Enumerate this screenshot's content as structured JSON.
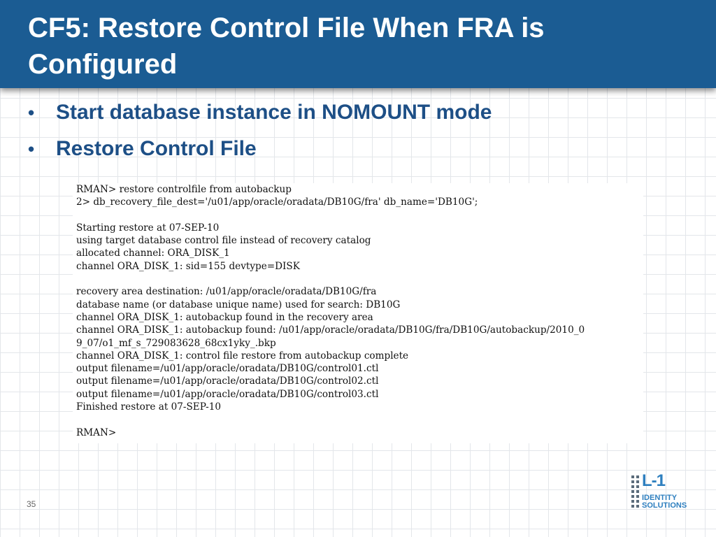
{
  "slide": {
    "title": "CF5: Restore Control File When FRA is Configured",
    "page_number": "35"
  },
  "bullets": [
    "Start database instance in NOMOUNT mode",
    "Restore Control File"
  ],
  "terminal": {
    "lines": [
      "RMAN> restore controlfile from autobackup",
      "2> db_recovery_file_dest='/u01/app/oracle/oradata/DB10G/fra' db_name='DB10G';",
      "",
      "Starting restore at 07-SEP-10",
      "using target database control file instead of recovery catalog",
      "allocated channel: ORA_DISK_1",
      "channel ORA_DISK_1: sid=155 devtype=DISK",
      "",
      "recovery area destination: /u01/app/oracle/oradata/DB10G/fra",
      "database name (or database unique name) used for search: DB10G",
      "channel ORA_DISK_1: autobackup found in the recovery area",
      "channel ORA_DISK_1: autobackup found: /u01/app/oracle/oradata/DB10G/fra/DB10G/autobackup/2010_0",
      "9_07/o1_mf_s_729083628_68cx1yky_.bkp",
      "channel ORA_DISK_1: control file restore from autobackup complete",
      "output filename=/u01/app/oracle/oradata/DB10G/control01.ctl",
      "output filename=/u01/app/oracle/oradata/DB10G/control02.ctl",
      "output filename=/u01/app/oracle/oradata/DB10G/control03.ctl",
      "Finished restore at 07-SEP-10",
      "",
      "RMAN>"
    ]
  },
  "logo": {
    "mark": "L-1",
    "line1": "IDENTITY",
    "line2": "SOLUTIONS",
    "icon": "dot-grid-logo-icon",
    "color": "#2e7fbf"
  },
  "colors": {
    "title_bar": "#1b5c93",
    "bullet_text": "#1d4f86"
  }
}
